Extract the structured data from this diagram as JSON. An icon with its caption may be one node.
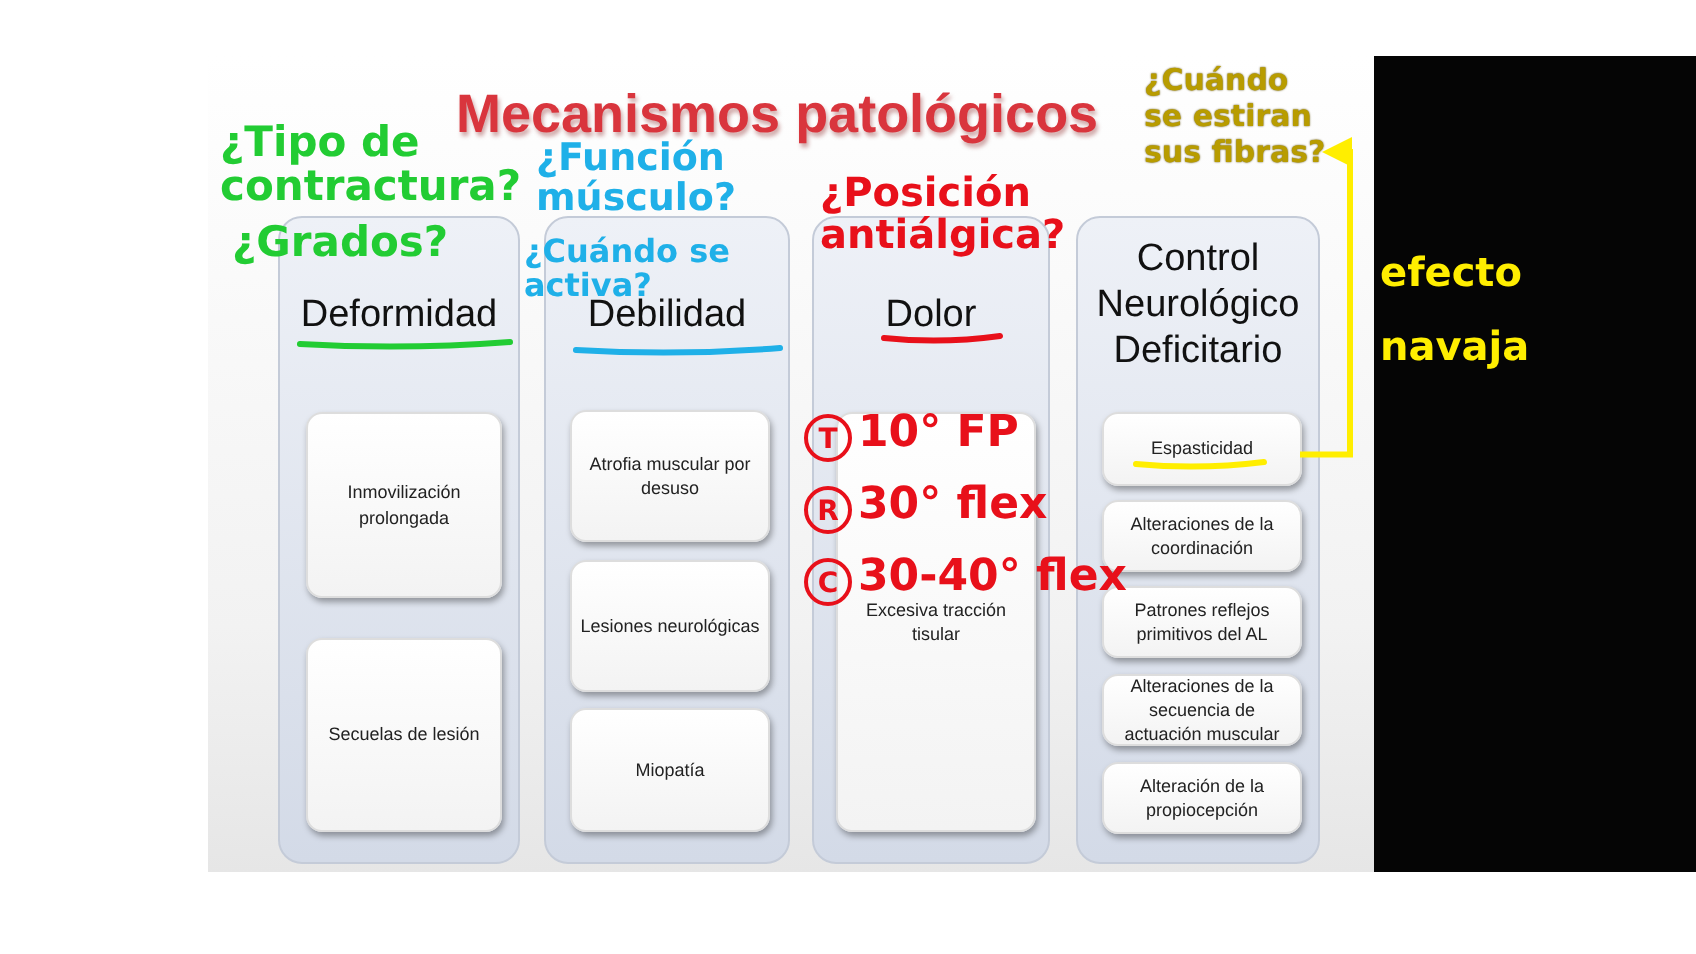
{
  "diagram": {
    "title": "Mecanismos patológicos",
    "nodes": [
      {
        "text": [
          "Deformidad"
        ]
      },
      {
        "text": [
          "Inmovilización prolongada"
        ],
        "in": 0
      },
      {
        "text": [
          "Secuelas de lesión"
        ],
        "in": 0
      },
      {
        "text": [
          "Debilidad"
        ]
      },
      {
        "text": [
          "Atrofia muscular por desuso"
        ],
        "in": 3
      },
      {
        "text": [
          "Lesiones neurológicas"
        ],
        "in": 3
      },
      {
        "text": [
          "Miopatía"
        ],
        "in": 3
      },
      {
        "text": [
          "Dolor"
        ]
      },
      {
        "text": [
          "Excesiva tracción tisular"
        ],
        "in": 7
      },
      {
        "text": [
          "Control Neurológico Deficitario"
        ]
      },
      {
        "text": [
          "Espasticidad"
        ],
        "in": 9
      },
      {
        "text": [
          "Alteraciones de la coordinación"
        ],
        "in": 9
      },
      {
        "text": [
          "Patrones reflejos primitivos del AL"
        ],
        "in": 9
      },
      {
        "text": [
          "Alteraciones de la secuencia de actuación muscular"
        ],
        "in": 9
      },
      {
        "text": [
          "Alteración de la propiocepción"
        ],
        "in": 9
      },
      {
        "text": [
          "¿Cuándo se estiran sus fibras?"
        ]
      }
    ],
    "edges": [
      {
        "from": 10,
        "to": 15,
        "arrow": "to",
        "color": "#ffee00"
      }
    ],
    "labels": [
      "¿Tipo de contractura?",
      "¿Grados?",
      "¿Función músculo?",
      "¿Cuándo se activa?",
      "¿Posición antiálgica?",
      "T",
      "10° FP",
      "R",
      "30° flex",
      "C",
      "30-40° flex",
      "efecto",
      "navaja"
    ]
  }
}
